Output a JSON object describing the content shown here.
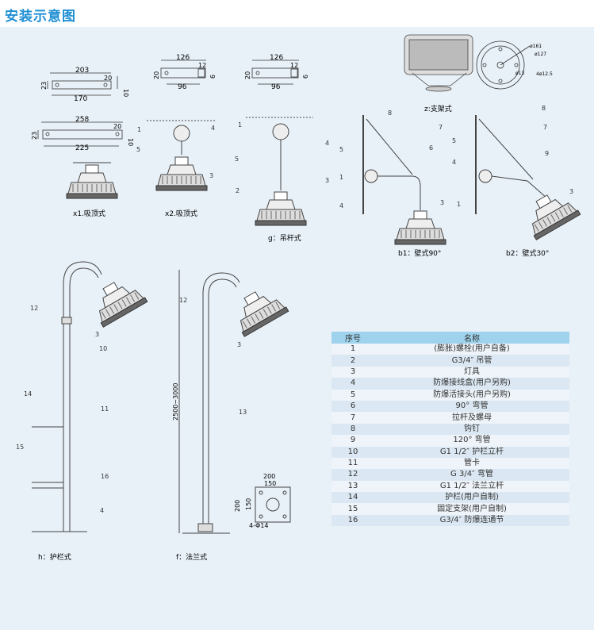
{
  "title": "安装示意图",
  "views": {
    "x1": "x1.吸顶式",
    "x2": "x2.吸顶式",
    "g": "g：吊杆式",
    "z": "z:支架式",
    "b1": "b1：壁式90°",
    "b2": "b2：壁式30°",
    "h": "h：护栏式",
    "f": "f：法兰式"
  },
  "dimensions": {
    "d203": "203",
    "d20a": "20",
    "d23a": "23",
    "d10a": "10",
    "d170": "170",
    "d258": "258",
    "d20b": "20",
    "d23b": "23",
    "d10b": "10",
    "d225": "225",
    "d126a": "126",
    "d12a": "12",
    "d20c": "20",
    "d9a": "9",
    "d96a": "96",
    "d126b": "126",
    "d12b": "12",
    "d20d": "20",
    "d9b": "9",
    "d96b": "96",
    "phi161": "ø161",
    "phi127": "ø127",
    "phi13": "ø13",
    "holes": "4ø12.5",
    "height": "2500~3000",
    "f200a": "200",
    "f150a": "150",
    "f200b": "200",
    "f150b": "150",
    "fholes": "4-Φ14"
  },
  "table": {
    "headers": [
      "序号",
      "名称"
    ],
    "rows": [
      [
        "1",
        "(膨胀)螺栓(用户自备)"
      ],
      [
        "2",
        "G3/4″  吊管"
      ],
      [
        "3",
        "灯具"
      ],
      [
        "4",
        "防爆接线盒(用户另购)"
      ],
      [
        "5",
        "防爆活接头(用户另购)"
      ],
      [
        "6",
        "90°  弯管"
      ],
      [
        "7",
        "拉杆及螺母"
      ],
      [
        "8",
        "钩钉"
      ],
      [
        "9",
        "120°  弯管"
      ],
      [
        "10",
        "G1 1/2″  护栏立杆"
      ],
      [
        "11",
        "管卡"
      ],
      [
        "12",
        "G 3/4″  弯管"
      ],
      [
        "13",
        "G1 1/2″  法兰立杆"
      ],
      [
        "14",
        "护栏(用户自制)"
      ],
      [
        "15",
        "固定支架(用户自制)"
      ],
      [
        "16",
        "G3/4″  防爆连通节"
      ]
    ]
  }
}
